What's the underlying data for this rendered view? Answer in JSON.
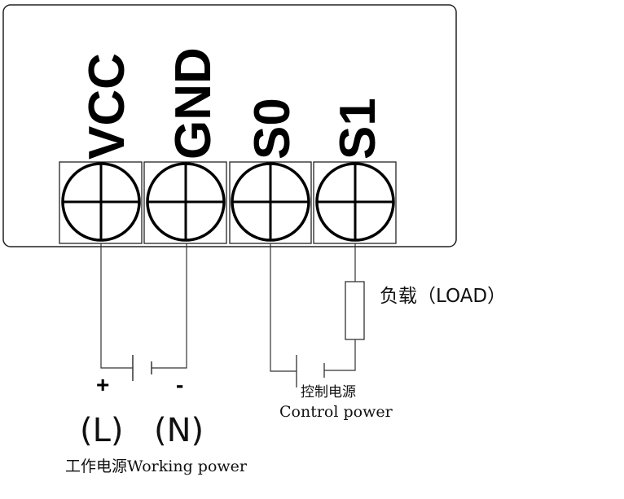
{
  "terminals": [
    {
      "label": "VCC"
    },
    {
      "label": "GND"
    },
    {
      "label": "S0"
    },
    {
      "label": "S1"
    }
  ],
  "load_label": "负载（LOAD）",
  "working_power": {
    "plus": "+",
    "minus": "-",
    "L": "(L)",
    "N": "(N)",
    "label": "工作电源Working power"
  },
  "control_power": {
    "label_cn": "控制电源",
    "label_en": "Control power"
  },
  "colors": {
    "stroke": "#000000",
    "background": "#ffffff"
  }
}
